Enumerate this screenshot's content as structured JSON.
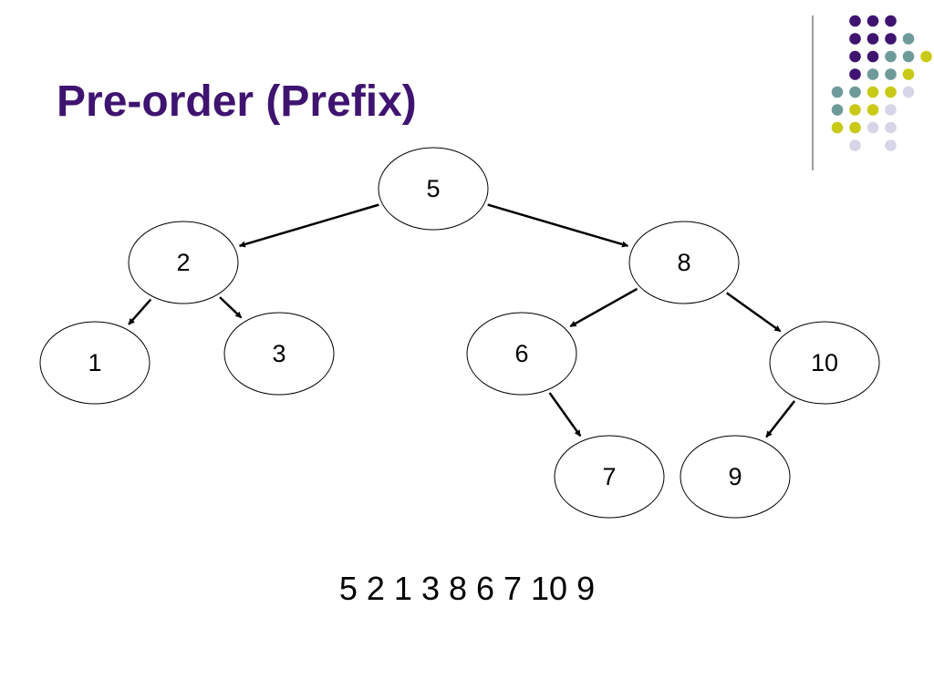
{
  "slide": {
    "title": "Pre-order (Prefix)",
    "traversal": "5 2 1 3 8 6 7 10 9"
  },
  "colors": {
    "title": "#3f1470",
    "purple": "#3f1470",
    "teal": "#6f9a9a",
    "yellow": "#c9c918",
    "lavender": "#d6d6e8",
    "divider": "#7f7f7f"
  },
  "tree": {
    "root": "n5",
    "nodes": [
      {
        "id": "n5",
        "label": "5"
      },
      {
        "id": "n2",
        "label": "2"
      },
      {
        "id": "n8",
        "label": "8"
      },
      {
        "id": "n1",
        "label": "1"
      },
      {
        "id": "n3",
        "label": "3"
      },
      {
        "id": "n6",
        "label": "6"
      },
      {
        "id": "n10",
        "label": "10"
      },
      {
        "id": "n7",
        "label": "7"
      },
      {
        "id": "n9",
        "label": "9"
      }
    ],
    "edges": [
      {
        "from": "n5",
        "to": "n2"
      },
      {
        "from": "n5",
        "to": "n8"
      },
      {
        "from": "n2",
        "to": "n1"
      },
      {
        "from": "n2",
        "to": "n3"
      },
      {
        "from": "n8",
        "to": "n6"
      },
      {
        "from": "n8",
        "to": "n10"
      },
      {
        "from": "n6",
        "to": "n7"
      },
      {
        "from": "n10",
        "to": "n9"
      }
    ]
  }
}
